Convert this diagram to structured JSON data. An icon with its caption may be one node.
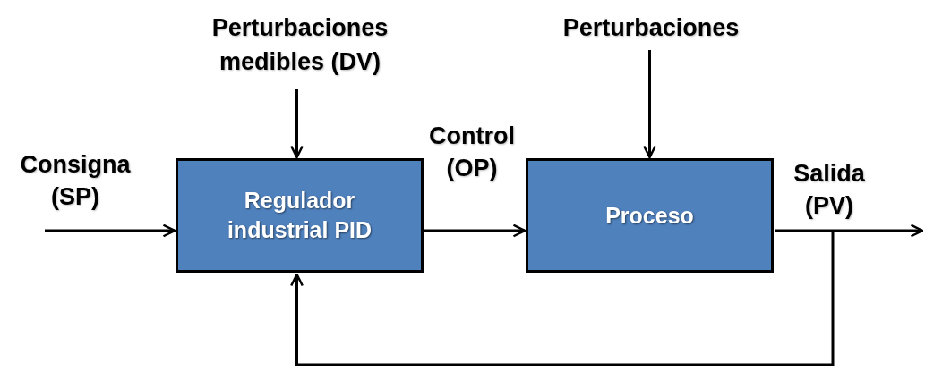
{
  "diagram": {
    "nodes": [
      {
        "text": [
          "Perturbaciones medibles (DV)"
        ]
      },
      {
        "text": [
          "Regulador industrial PID"
        ]
      },
      {
        "text": [
          "Perturbaciones"
        ]
      },
      {
        "text": [
          "Proceso"
        ]
      }
    ],
    "edges": [
      {
        "from": null,
        "to": 1,
        "arrow": "to",
        "label": "Consigna (SP)"
      },
      {
        "from": 0,
        "to": 1,
        "arrow": "to"
      },
      {
        "from": 1,
        "to": 3,
        "arrow": "to",
        "label": "Control (OP)"
      },
      {
        "from": 2,
        "to": 3,
        "arrow": "to"
      },
      {
        "from": 3,
        "to": null,
        "arrow": "to",
        "label": "Salida (PV)"
      },
      {
        "from": 3,
        "to": 1,
        "arrow": "to"
      }
    ]
  }
}
